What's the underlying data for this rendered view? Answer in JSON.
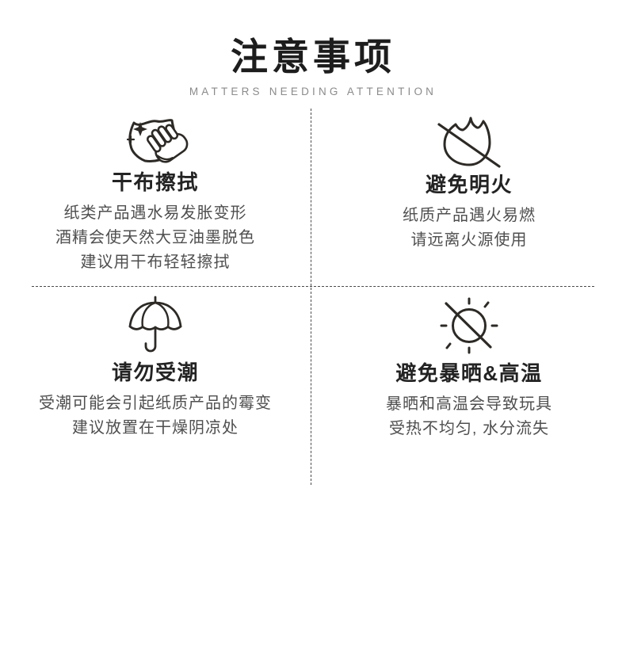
{
  "header": {
    "title": "注意事项",
    "subtitle": "MATTERS NEEDING ATTENTION"
  },
  "sections": [
    {
      "id": "dry-wipe",
      "icon": "cloth-wipe-icon",
      "title": "干布擦拭",
      "lines": [
        "纸类产品遇水易发胀变形",
        "酒精会使天然大豆油墨脱色",
        "建议用干布轻轻擦拭"
      ]
    },
    {
      "id": "avoid-open-flame",
      "icon": "no-open-flame-icon",
      "title": "避免明火",
      "lines": [
        "纸质产品遇火易燃",
        "请远离火源使用"
      ]
    },
    {
      "id": "keep-away-from-moisture",
      "icon": "umbrella-icon",
      "title": "请勿受潮",
      "lines": [
        "受潮可能会引起纸质产品的霉变",
        "建议放置在干燥阴凉处"
      ]
    },
    {
      "id": "avoid-sun-and-heat",
      "icon": "no-sun-high-temp-icon",
      "title": "避免暴晒&高温",
      "lines": [
        "暴晒和高温会导致玩具",
        "受热不均匀, 水分流失"
      ]
    }
  ],
  "colors": {
    "background": "#ffffff",
    "title": "#1d1d1d",
    "subtitle": "#8b8b8b",
    "section_title": "#232323",
    "body_text": "#4f4f4f",
    "icon_stroke": "#2d2a26",
    "divider": "#4a4a4a"
  }
}
